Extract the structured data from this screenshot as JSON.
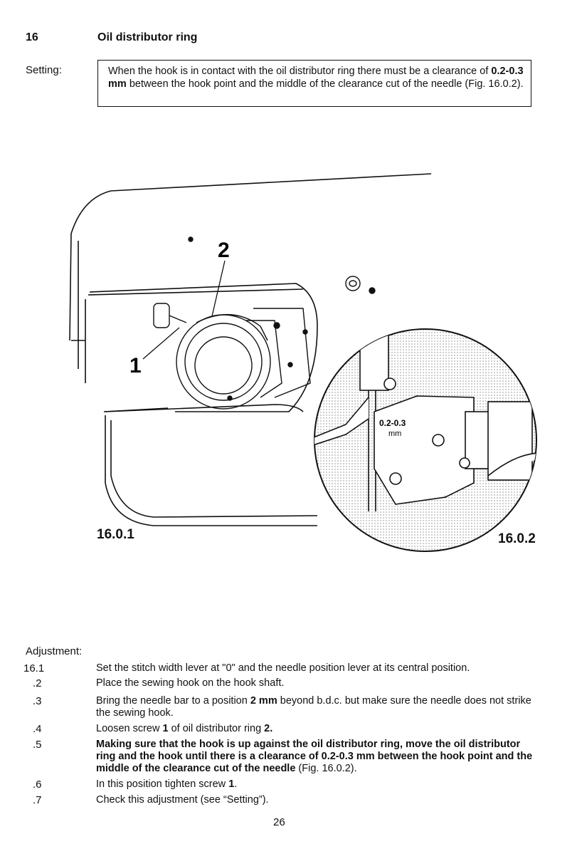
{
  "header": {
    "number": "16",
    "title": "Oil distributor ring"
  },
  "setting": {
    "label": "Setting:",
    "text_before": "When the hook is in contact with the oil distributor ring there must be a clearance of ",
    "bold_value": "0.2-0.3 mm",
    "text_after": " between the hook point and the middle of the clearance cut of the needle (Fig. 16.0.2)."
  },
  "figure": {
    "callout_1": "1",
    "callout_2": "2",
    "inset_value": "0.2-0.3",
    "inset_unit": "mm",
    "label_left": "16.0.1",
    "label_right": "16.0.2"
  },
  "adjustment": {
    "label": "Adjustment:",
    "steps": [
      {
        "num": "16.1",
        "parts": [
          {
            "t": "Set the stitch width lever at \"0\" and the needle position lever at its central position."
          }
        ]
      },
      {
        "num": ".2",
        "parts": [
          {
            "t": "Place the sewing hook on the hook shaft."
          }
        ]
      },
      {
        "num": ".3",
        "parts": [
          {
            "t": "Bring the needle bar to a position "
          },
          {
            "t": "2 mm",
            "b": true
          },
          {
            "t": " beyond b.d.c. but make sure the needle does not strike the sewing hook."
          }
        ]
      },
      {
        "num": ".4",
        "parts": [
          {
            "t": "Loosen screw "
          },
          {
            "t": "1",
            "b": true
          },
          {
            "t": " of oil distributor ring "
          },
          {
            "t": "2.",
            "b": true
          }
        ]
      },
      {
        "num": ".5",
        "parts": [
          {
            "t": "Making sure that the hook is up against the oil distributor ring, move the oil distributor ring and the hook until there is a clearance of 0.2-0.3 mm between the hook point and the middle of the clearance cut of the needle",
            "b": true
          },
          {
            "t": " (Fig. 16.0.2)."
          }
        ]
      },
      {
        "num": ".6",
        "parts": [
          {
            "t": "In this position tighten screw "
          },
          {
            "t": "1",
            "b": true
          },
          {
            "t": "."
          }
        ]
      },
      {
        "num": ".7",
        "parts": [
          {
            "t": "Check this adjustment (see “Setting”)."
          }
        ]
      }
    ]
  },
  "page_number": "26"
}
